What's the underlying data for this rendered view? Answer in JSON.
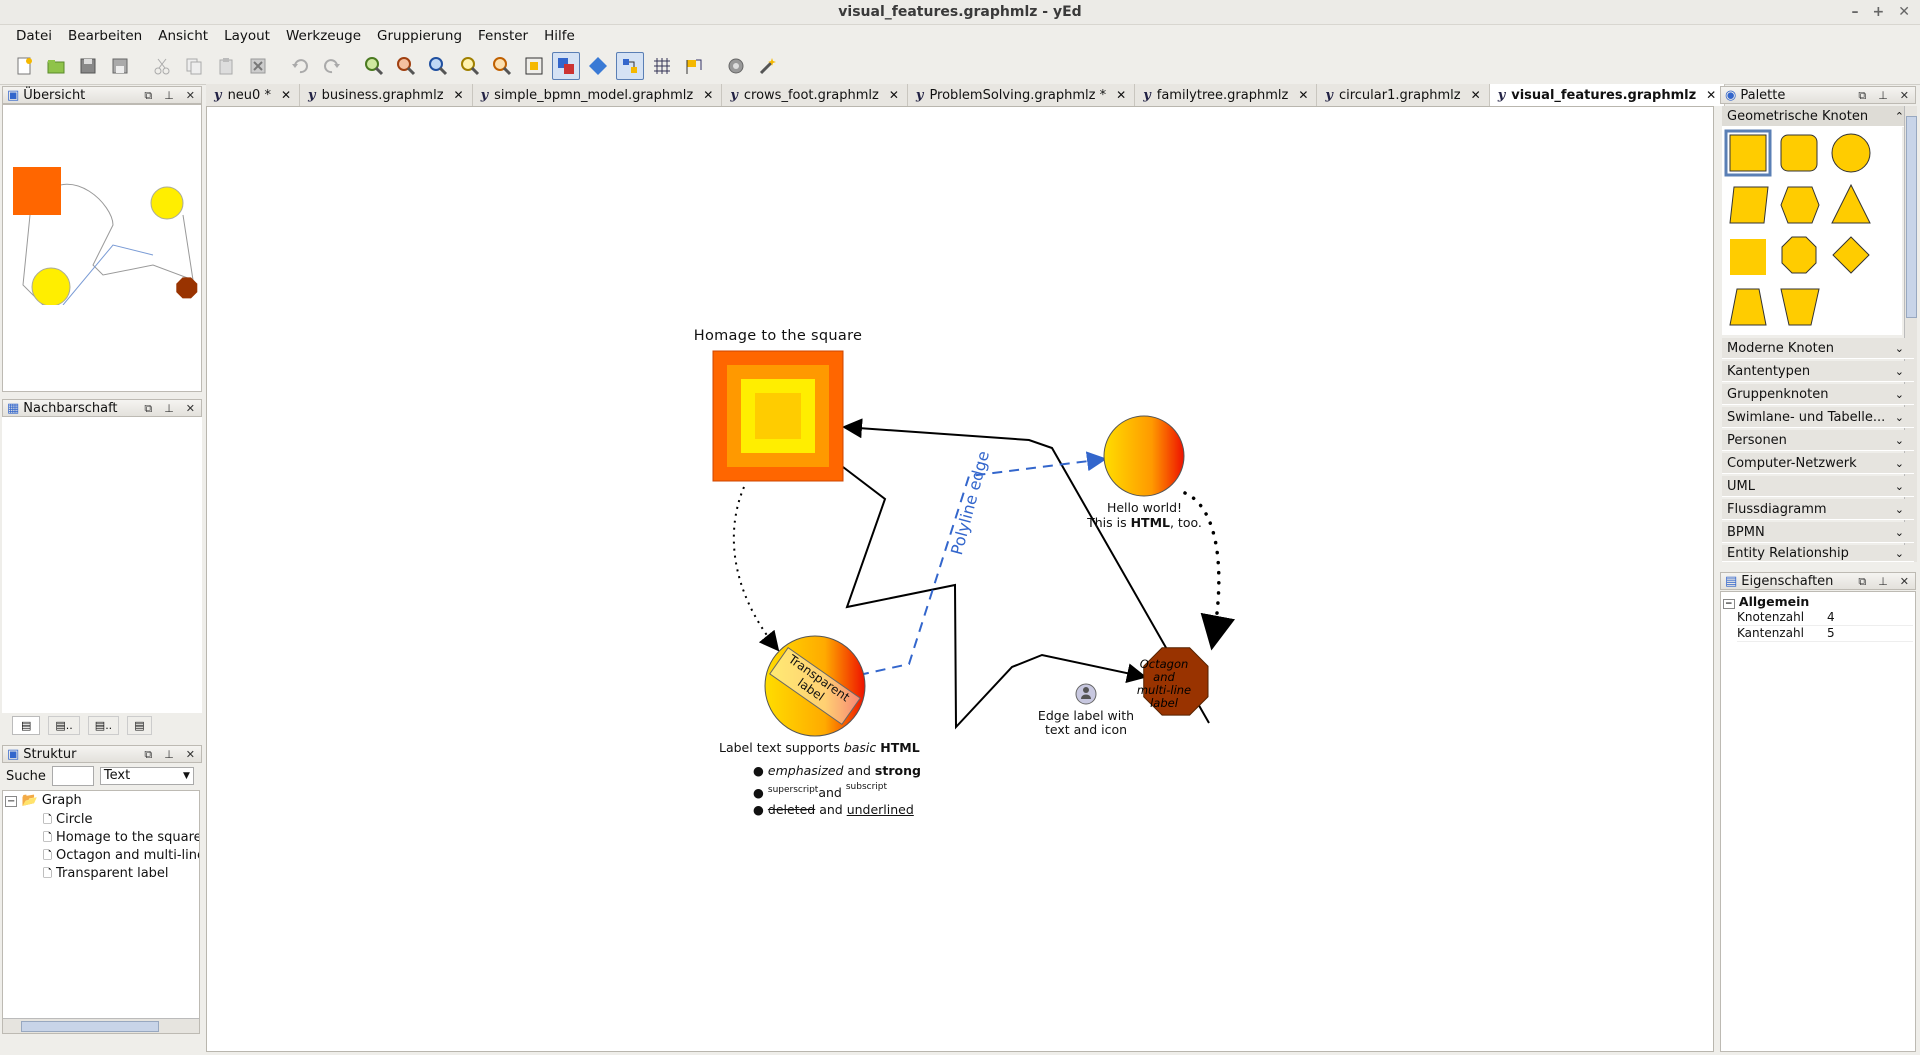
{
  "window": {
    "title": "visual_features.graphmlz - yEd",
    "controls": [
      "–",
      "+",
      "✕"
    ]
  },
  "menu": {
    "items": [
      {
        "id": "datei",
        "label": "Datei"
      },
      {
        "id": "bearbeiten",
        "label": "Bearbeiten"
      },
      {
        "id": "ansicht",
        "label": "Ansicht"
      },
      {
        "id": "layout",
        "label": "Layout"
      },
      {
        "id": "werkzeuge",
        "label": "Werkzeuge"
      },
      {
        "id": "gruppierung",
        "label": "Gruppierung"
      },
      {
        "id": "fenster",
        "label": "Fenster"
      },
      {
        "id": "hilfe",
        "label": "Hilfe"
      }
    ]
  },
  "toolbar": {
    "icons": [
      "new-icon",
      "open-icon",
      "save-icon",
      "save-as-icon",
      "cut-icon",
      "copy-icon",
      "paste-icon",
      "delete-icon",
      "undo-icon",
      "redo-icon",
      "zoom-in-icon",
      "zoom-out-icon",
      "zoom-fit-icon",
      "zoom-original-icon",
      "zoom-area-icon",
      "fit-content-icon",
      "edit-mode-icon",
      "diamond-icon",
      "snap-icon",
      "grid-icon",
      "flag-icon",
      "settings-icon",
      "wand-icon"
    ]
  },
  "overview": {
    "title": "Übersicht"
  },
  "neighborhood": {
    "title": "Nachbarschaft"
  },
  "structure": {
    "title": "Struktur",
    "search_label": "Suche",
    "search_value": "",
    "filter_value": "Text",
    "root": "Graph",
    "items": [
      "Circle",
      "Homage to the square",
      "Octagon and multi-line",
      "Transparent label"
    ]
  },
  "tabs": [
    {
      "label": "neu0 *",
      "selected": false
    },
    {
      "label": "business.graphmlz",
      "selected": false
    },
    {
      "label": "simple_bpmn_model.graphmlz",
      "selected": false
    },
    {
      "label": "crows_foot.graphmlz",
      "selected": false
    },
    {
      "label": "ProblemSolving.graphmlz *",
      "selected": false
    },
    {
      "label": "familytree.graphmlz",
      "selected": false
    },
    {
      "label": "circular1.graphmlz",
      "selected": false
    },
    {
      "label": "visual_features.graphmlz",
      "selected": true
    }
  ],
  "tab_close": "✕",
  "yed_glyph": "y",
  "graph": {
    "homage_label": "Homage to the square",
    "hello_line1": "Hello world!",
    "hello_line2_pre": "This is ",
    "hello_line2_bold": "HTML",
    "hello_line2_post": ", too.",
    "transparent_label": "Transparent label",
    "octagon_label": "Octagon and multi-line label",
    "polyline_label": "Polyline edge",
    "edge_label_line1": "Edge label with",
    "edge_label_line2": "text and icon",
    "html_caption_pre": "Label text supports ",
    "html_caption_em": "basic",
    "html_caption_strong": "HTML",
    "bullet1_em": "emphasized",
    "bullet1_and": " and ",
    "bullet1_strong": "strong",
    "bullet2_sup": "superscript",
    "bullet2_and": "and",
    "bullet2_sub": "subscript",
    "bullet3_del": "deleted",
    "bullet3_and": " and ",
    "bullet3_u": "underlined"
  },
  "palette": {
    "title": "Palette",
    "open_section": "Geometrische Knoten",
    "sections": [
      "Moderne Knoten",
      "Kantentypen",
      "Gruppenknoten",
      "Swimlane- und Tabelle...",
      "Personen",
      "Computer-Netzwerk",
      "UML",
      "Flussdiagramm",
      "BPMN",
      "Entity Relationship"
    ]
  },
  "properties": {
    "title": "Eigenschaften",
    "group": "Allgemein",
    "rows": [
      {
        "key": "Knotenzahl",
        "value": "4"
      },
      {
        "key": "Kantenzahl",
        "value": "5"
      }
    ]
  },
  "colors": {
    "orange": "#ff6600",
    "yellow": "#ffcc00",
    "brown": "#993300",
    "blue": "#3366cc",
    "selection": "#5a7fb5"
  }
}
